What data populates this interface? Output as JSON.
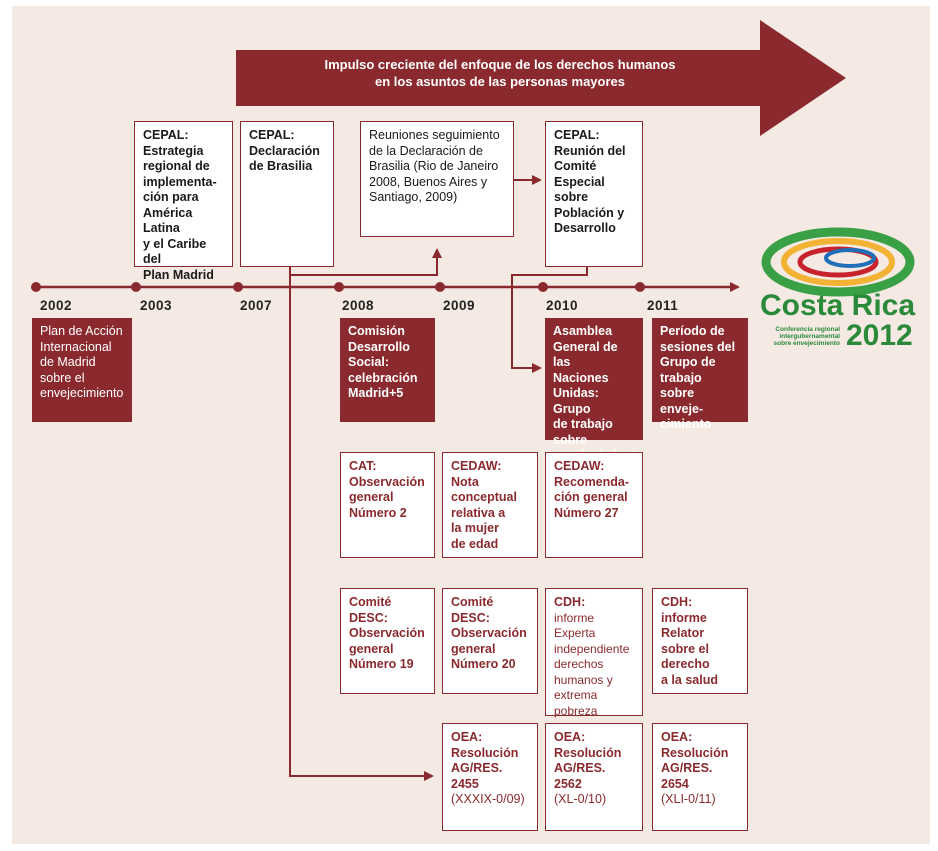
{
  "banner": {
    "text": "Impulso creciente del enfoque de los derechos humanos\nen los asuntos de las personas mayores"
  },
  "timeline": {
    "years": [
      "2002",
      "2003",
      "2007",
      "2008",
      "2009",
      "2010",
      "2011"
    ]
  },
  "top_boxes": [
    {
      "text": "CEPAL:\nEstrategia\nregional de\nimplementa-\nción para\nAmérica Latina\ny el Caribe del\nPlan Madrid"
    },
    {
      "text": "CEPAL:\nDeclaración\nde Brasilia"
    },
    {
      "text": "Reuniones seguimiento\nde la Declaración de\nBrasilia (Rio de Janeiro\n2008, Buenos Aires y\nSantiago, 2009)"
    },
    {
      "text": "CEPAL:\nReunión del\nComité\nEspecial\nsobre\nPoblación y\nDesarrollo"
    }
  ],
  "filled_boxes": [
    {
      "text": "Plan de Acción\nInternacional\nde Madrid\nsobre el\nenvejecimiento"
    },
    {
      "text": "Comisión\nDesarrollo\nSocial:\ncelebración\nMadrid+5"
    },
    {
      "text": "Asamblea\nGeneral de las\nNaciones\nUnidas: Grupo\nde trabajo\nsobre\nenvejecimiento\n(GTE)"
    },
    {
      "text": "Período de\nsesiones del\nGrupo de\ntrabajo\nsobre enveje-\ncimiento"
    }
  ],
  "row1": [
    {
      "text": "CAT:\nObservación\ngeneral\nNúmero 2"
    },
    {
      "text": "CEDAW:\nNota\nconceptual\nrelativa a\nla mujer\nde edad"
    },
    {
      "text": "CEDAW:\nRecomenda-\nción general\nNúmero 27"
    }
  ],
  "row2": [
    {
      "text": "Comité\nDESC:\nObservación\ngeneral\nNúmero 19"
    },
    {
      "text": "Comité\nDESC:\nObservación\ngeneral\nNúmero 20"
    },
    {
      "title": "CDH:",
      "text": "informe Experta\nindependiente\nderechos\nhumanos y\nextrema\npobreza"
    },
    {
      "text": "CDH:\ninforme\nRelator\nsobre el\nderecho\na la salud"
    }
  ],
  "row3": [
    {
      "text": "OEA:\nResolución\nAG/RES.\n2455",
      "sub": "(XXXIX-0/09)"
    },
    {
      "text": "OEA:\nResolución\nAG/RES.\n2562",
      "sub": "(XL-0/10)"
    },
    {
      "text": "OEA:\nResolución\nAG/RES.\n2654",
      "sub": "(XLI-0/11)"
    }
  ],
  "logo": {
    "name": "Costa Rica",
    "subtitle": "Conferencia regional\nintergubernamental\nsobre envejecimiento",
    "year": "2012"
  },
  "colors": {
    "accent": "#8b2a2e",
    "background": "#f5e9e4",
    "logo_green": "#2a8a3a"
  }
}
